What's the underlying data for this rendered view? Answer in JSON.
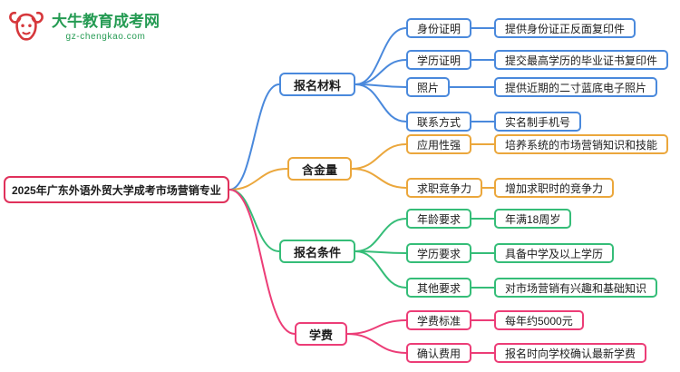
{
  "logo": {
    "title": "大牛教育成考网",
    "subtitle": "gz-chengkao.com",
    "brand_red": "#d6373b",
    "brand_green": "#259b53"
  },
  "root": {
    "label": "2025年广东外语外贸大学成考市场营销专业",
    "color": "#e0315b"
  },
  "branches": [
    {
      "label": "报名材料",
      "color": "#4a89dc",
      "children": [
        {
          "label": "身份证明",
          "value": "提供身份证正反面复印件"
        },
        {
          "label": "学历证明",
          "value": "提交最高学历的毕业证书复印件"
        },
        {
          "label": "照片",
          "value": "提供近期的二寸蓝底电子照片"
        },
        {
          "label": "联系方式",
          "value": "实名制手机号"
        }
      ]
    },
    {
      "label": "含金量",
      "color": "#eba73c",
      "children": [
        {
          "label": "应用性强",
          "value": "培养系统的市场营销知识和技能"
        },
        {
          "label": "求职竞争力",
          "value": "增加求职时的竞争力"
        }
      ]
    },
    {
      "label": "报名条件",
      "color": "#35bd78",
      "children": [
        {
          "label": "年龄要求",
          "value": "年满18周岁"
        },
        {
          "label": "学历要求",
          "value": "具备中学及以上学历"
        },
        {
          "label": "其他要求",
          "value": "对市场营销有兴趣和基础知识"
        }
      ]
    },
    {
      "label": "学费",
      "color": "#ec3d77",
      "children": [
        {
          "label": "学费标准",
          "value": "每年约5000元"
        },
        {
          "label": "确认费用",
          "value": "报名时向学校确认最新学费"
        }
      ]
    }
  ]
}
